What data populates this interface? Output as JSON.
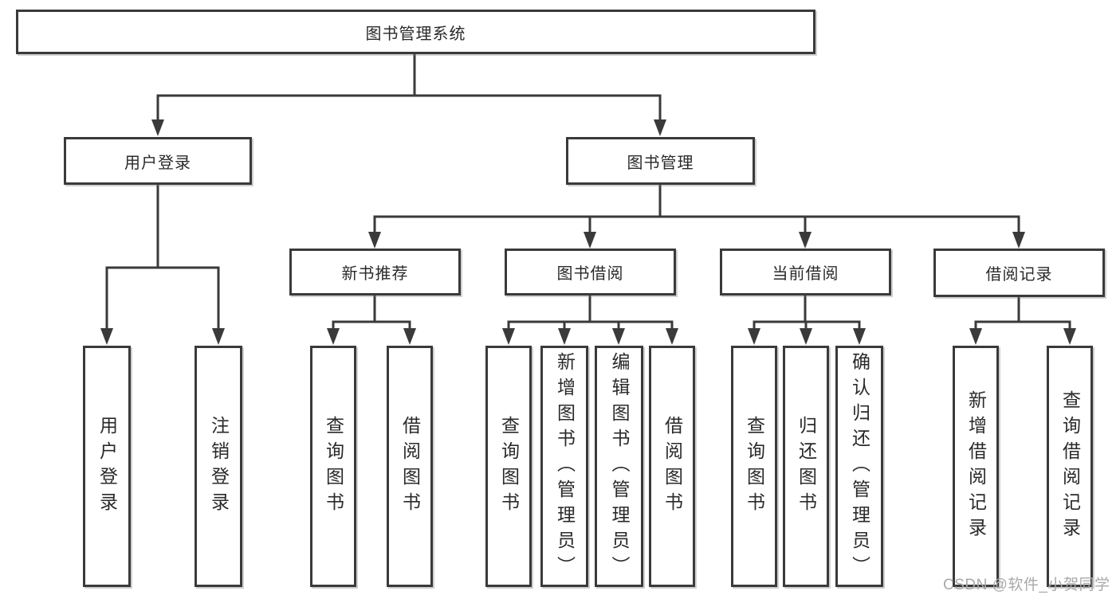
{
  "diagram": {
    "root": {
      "label": "图书管理系统"
    },
    "branches": [
      {
        "label": "用户登录",
        "children": [
          {
            "label": "用户登录"
          },
          {
            "label": "注销登录"
          }
        ]
      },
      {
        "label": "图书管理",
        "children": [
          {
            "label": "新书推荐",
            "children": [
              {
                "label": "查询图书"
              },
              {
                "label": "借阅图书"
              }
            ]
          },
          {
            "label": "图书借阅",
            "children": [
              {
                "label": "查询图书"
              },
              {
                "label": "新增图书（管理员）"
              },
              {
                "label": "编辑图书（管理员）"
              },
              {
                "label": "借阅图书"
              }
            ]
          },
          {
            "label": "当前借阅",
            "children": [
              {
                "label": "查询图书"
              },
              {
                "label": "归还图书"
              },
              {
                "label": "确认归还（管理员）"
              }
            ]
          },
          {
            "label": "借阅记录",
            "children": [
              {
                "label": "新增借阅记录"
              },
              {
                "label": "查询借阅记录"
              }
            ]
          }
        ]
      }
    ]
  },
  "watermark": {
    "text": "CSDN @软件_小贺同学"
  },
  "colors": {
    "line": "#3a3a3a",
    "box_border": "#3a3a3a",
    "box_fill": "#ffffff",
    "text": "#2a2a2a",
    "watermark": "#a9a9a9"
  }
}
